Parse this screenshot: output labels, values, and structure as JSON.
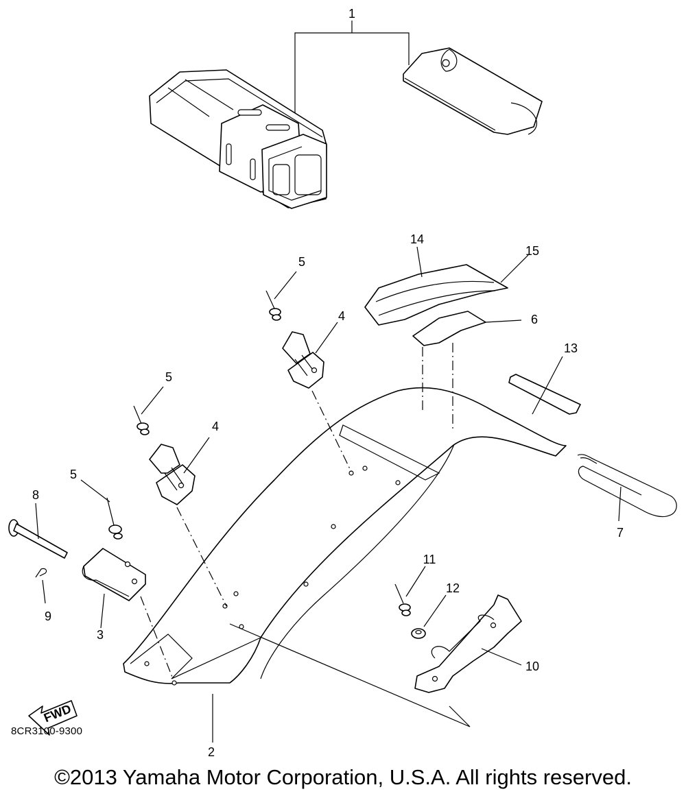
{
  "diagram": {
    "callouts": [
      {
        "id": "c1",
        "label": "1"
      },
      {
        "id": "c2",
        "label": "2"
      },
      {
        "id": "c3",
        "label": "3"
      },
      {
        "id": "c4a",
        "label": "4"
      },
      {
        "id": "c4b",
        "label": "4"
      },
      {
        "id": "c5a",
        "label": "5"
      },
      {
        "id": "c5b",
        "label": "5"
      },
      {
        "id": "c5c",
        "label": "5"
      },
      {
        "id": "c6",
        "label": "6"
      },
      {
        "id": "c7",
        "label": "7"
      },
      {
        "id": "c8",
        "label": "8"
      },
      {
        "id": "c9",
        "label": "9"
      },
      {
        "id": "c10",
        "label": "10"
      },
      {
        "id": "c11",
        "label": "11"
      },
      {
        "id": "c12",
        "label": "12"
      },
      {
        "id": "c13",
        "label": "13"
      },
      {
        "id": "c14",
        "label": "14"
      },
      {
        "id": "c15",
        "label": "15"
      }
    ],
    "fwd_label": "FWD",
    "code": "8CR3100-9300"
  },
  "footer": {
    "copyright": "©2013 Yamaha Motor Corporation, U.S.A. All rights reserved."
  }
}
